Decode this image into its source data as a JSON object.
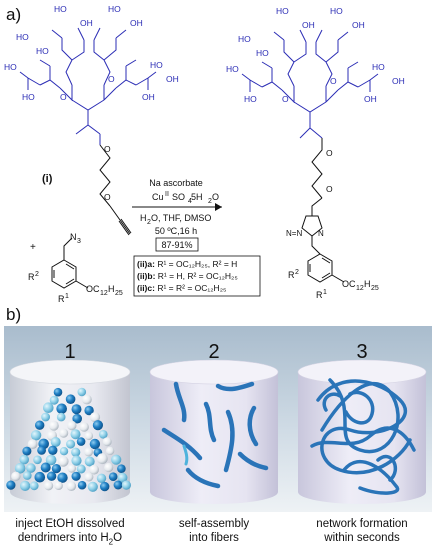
{
  "panel_a": {
    "label": "a)",
    "compound_i": "(i)",
    "azide_group": "N",
    "azide_sub": "3",
    "plus": "+",
    "r1": "R",
    "r1_sup": "1",
    "r2": "R",
    "r2_sup": "2",
    "ether": "OC",
    "ether_sub1": "12",
    "ether_h": "H",
    "ether_sub2": "25",
    "conditions": {
      "line1": "Na ascorbate",
      "line2_a": "Cu",
      "line2_sup": "II",
      "line2_b": "SO",
      "line2_sub1": "4",
      "line2_c": " 5H",
      "line2_sub2": "2",
      "line2_d": "O",
      "line3_a": "H",
      "line3_sub": "2",
      "line3_b": "O, THF, DMSO",
      "line4": "50 ºC,16 h",
      "yield": "87-91%"
    },
    "variants": [
      {
        "id": "(ii)a:",
        "text": "R¹ = OC₁₂H₂₅, R² = H"
      },
      {
        "id": "(ii)b:",
        "text": "R¹ = H, R² = OC₁₂H₂₅"
      },
      {
        "id": "(ii)c:",
        "text": "R¹ = R² = OC₁₂H₂₅"
      }
    ],
    "hydroxyl": "HO",
    "hydroxyl_r": "OH",
    "oxygen": "O",
    "triazole_n": "N",
    "triazole_nn": "N=N"
  },
  "panel_b": {
    "label": "b)",
    "steps": [
      {
        "number": "1",
        "caption_line1": "inject EtOH dissolved",
        "caption_line2_a": "dendrimers into H",
        "caption_line2_sub": "2",
        "caption_line2_b": "O"
      },
      {
        "number": "2",
        "caption_line1": "self-assembly",
        "caption_line2_a": "into fibers",
        "caption_line2_sub": "",
        "caption_line2_b": ""
      },
      {
        "number": "3",
        "caption_line1": "network formation",
        "caption_line2_a": "within seconds",
        "caption_line2_sub": "",
        "caption_line2_b": ""
      }
    ]
  },
  "colors": {
    "dendron_blue": "#2b2db5",
    "bond_black": "#111111",
    "panel_bg_top": "#aebfcf",
    "panel_bg_bottom": "#e9eef2",
    "fiber_blue": "#2a74b8",
    "sphere_blue": "#1f7fc4",
    "sphere_light": "#9fd6ea",
    "sphere_white": "#f4f6f8"
  }
}
